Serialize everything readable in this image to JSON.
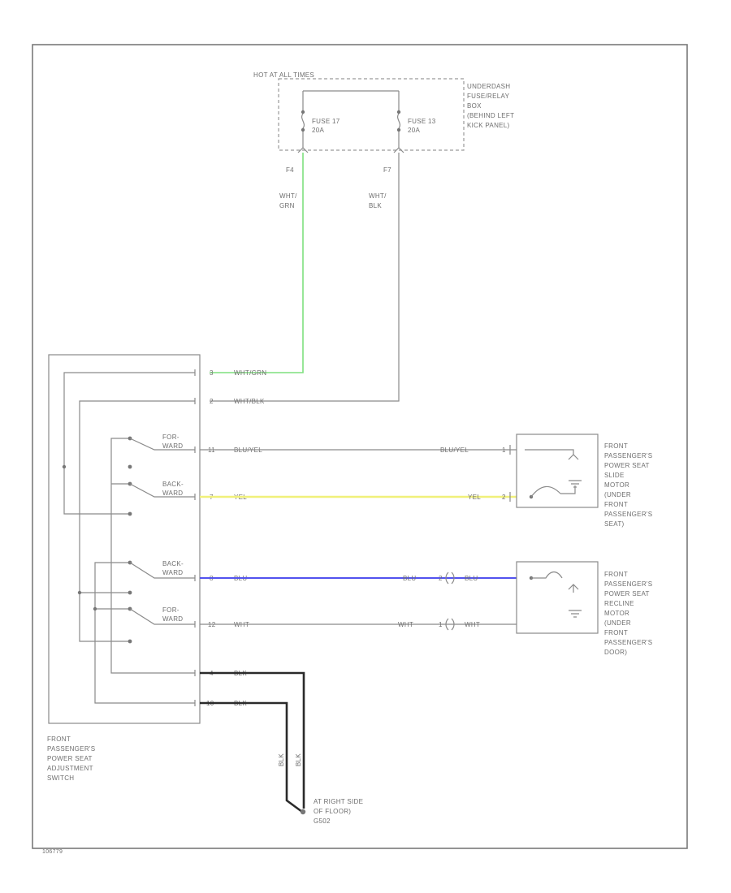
{
  "fuse_box": {
    "header": "HOT AT ALL TIMES",
    "label": [
      "UNDERDASH",
      "FUSE/RELAY",
      "BOX",
      "(BEHIND LEFT",
      "KICK PANEL)"
    ],
    "fuse_a": [
      "FUSE 17",
      "20A"
    ],
    "fuse_b": [
      "FUSE 13",
      "20A"
    ],
    "pin_a": "F4",
    "pin_b": "F7"
  },
  "feed_wires": {
    "a": [
      "WHT/",
      "GRN"
    ],
    "b": [
      "WHT/",
      "BLK"
    ]
  },
  "switch": {
    "label": [
      "FRONT",
      "PASSENGER'S",
      "POWER SEAT",
      "ADJUSTMENT",
      "SWITCH"
    ],
    "slide_fwd": [
      "FOR-",
      "WARD"
    ],
    "slide_back": [
      "BACK-",
      "WARD"
    ],
    "recline_back": [
      "BACK-",
      "WARD"
    ],
    "recline_fwd": [
      "FOR-",
      "WARD"
    ],
    "pins": [
      "3",
      "2",
      "11",
      "7",
      "8",
      "12",
      "4",
      "10"
    ],
    "wire_labels": [
      "WHT/GRN",
      "WHT/BLK",
      "BLU/YEL",
      "YEL",
      "BLU",
      "WHT",
      "BLK",
      "BLK"
    ]
  },
  "slide_motor": {
    "label": [
      "FRONT",
      "PASSENGER'S",
      "POWER SEAT",
      "SLIDE",
      "MOTOR",
      "(UNDER",
      "FRONT",
      "PASSENGER'S",
      "SEAT)"
    ],
    "wire_top": "BLU/YEL",
    "wire_bottom": "YEL",
    "pin_top": "1",
    "pin_bottom": "2"
  },
  "recline_motor": {
    "label": [
      "FRONT",
      "PASSENGER'S",
      "POWER SEAT",
      "RECLINE",
      "MOTOR",
      "(UNDER",
      "FRONT",
      "PASSENGER'S",
      "DOOR)"
    ],
    "wire_top_left": "BLU",
    "wire_top_right": "BLU",
    "wire_bottom_left": "WHT",
    "wire_bottom_right": "WHT",
    "pin_top": "2",
    "pin_bottom": "1"
  },
  "ground": {
    "wire_labels": [
      "BLK",
      "BLK"
    ],
    "label": [
      "AT RIGHT SIDE",
      "OF FLOOR)",
      "G502"
    ]
  },
  "diagram_code": "106779",
  "colors": {
    "green_wire": "#7ee07e",
    "yellow_wire": "#f0f07a",
    "blue_wire": "#5252ee",
    "black_wire": "#2a2a2a",
    "wire_gray": "#8a8a8a"
  }
}
